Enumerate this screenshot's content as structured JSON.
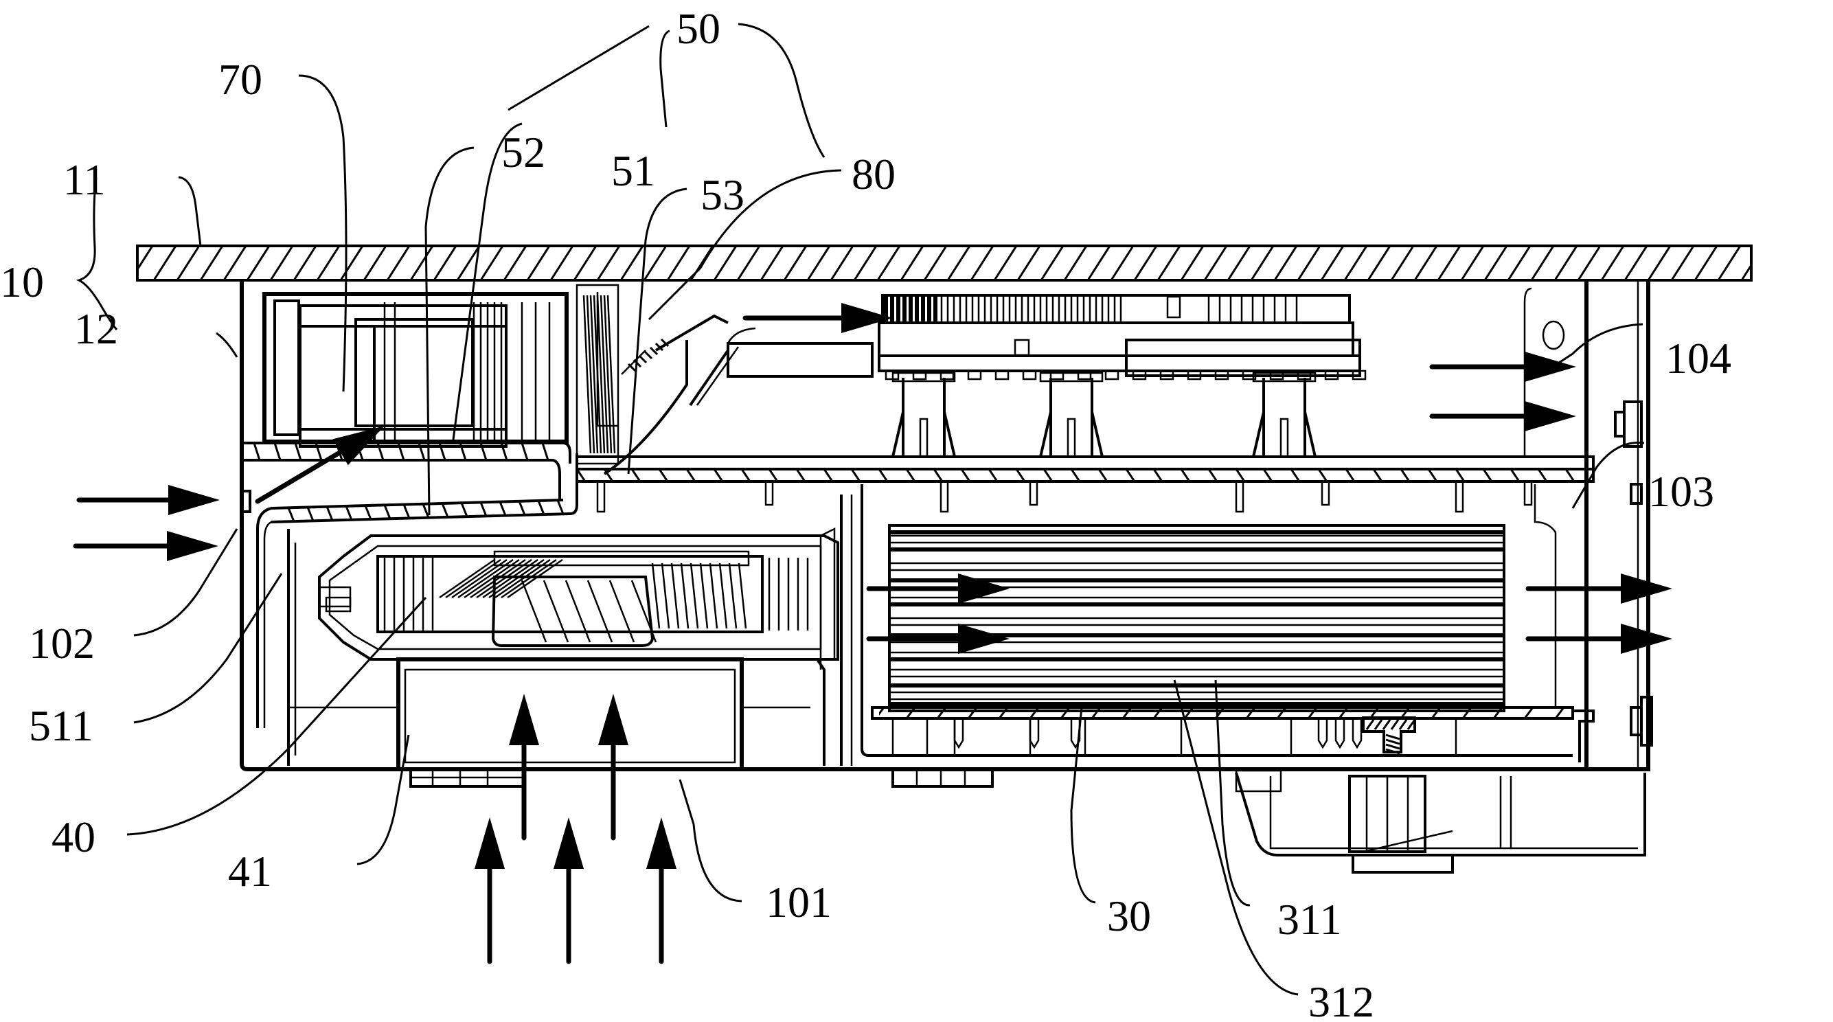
{
  "figure": {
    "type": "patent cross-section drawing",
    "line_color": "#000000",
    "background": "#ffffff"
  },
  "labels": [
    {
      "id": "10",
      "text": "10",
      "target": "housing-assembly"
    },
    {
      "id": "11",
      "text": "11",
      "target": "top-panel"
    },
    {
      "id": "12",
      "text": "12",
      "target": "bottom-shell"
    },
    {
      "id": "70",
      "text": "70",
      "target": "fan-module-upper"
    },
    {
      "id": "52",
      "text": "52",
      "target": "duct-part-52"
    },
    {
      "id": "50",
      "text": "50",
      "target": "air-duct-assembly"
    },
    {
      "id": "51",
      "text": "51",
      "target": "duct-part-51"
    },
    {
      "id": "53",
      "text": "53",
      "target": "duct-part-53"
    },
    {
      "id": "80",
      "text": "80",
      "target": "circuit-board-80"
    },
    {
      "id": "104",
      "text": "104",
      "target": "side-vent-upper"
    },
    {
      "id": "103",
      "text": "103",
      "target": "side-vent-lower"
    },
    {
      "id": "102",
      "text": "102",
      "target": "left-inlet"
    },
    {
      "id": "511",
      "text": "511",
      "target": "duct-inlet-511"
    },
    {
      "id": "40",
      "text": "40",
      "target": "blower-fan"
    },
    {
      "id": "41",
      "text": "41",
      "target": "fan-inlet"
    },
    {
      "id": "101",
      "text": "101",
      "target": "bottom-inlet"
    },
    {
      "id": "30",
      "text": "30",
      "target": "heat-sink-base"
    },
    {
      "id": "311",
      "text": "311",
      "target": "fin-311"
    },
    {
      "id": "312",
      "text": "312",
      "target": "fin-312"
    }
  ],
  "airflow_arrows": [
    {
      "id": "left-inlet-upper",
      "direction": "right"
    },
    {
      "id": "left-inlet-lower",
      "direction": "right"
    },
    {
      "id": "duct-diagonal",
      "direction": "up-right"
    },
    {
      "id": "top-channel",
      "direction": "right"
    },
    {
      "id": "upper-right-1",
      "direction": "right"
    },
    {
      "id": "upper-right-2",
      "direction": "right"
    },
    {
      "id": "fins-upper",
      "direction": "right"
    },
    {
      "id": "fins-lower",
      "direction": "right"
    },
    {
      "id": "exit-right-upper",
      "direction": "right"
    },
    {
      "id": "exit-right-lower",
      "direction": "right"
    },
    {
      "id": "fan-inner-left",
      "direction": "up"
    },
    {
      "id": "fan-inner-right",
      "direction": "up"
    },
    {
      "id": "bottom-outer-1",
      "direction": "up"
    },
    {
      "id": "bottom-outer-2",
      "direction": "up"
    },
    {
      "id": "bottom-outer-3",
      "direction": "up"
    }
  ]
}
